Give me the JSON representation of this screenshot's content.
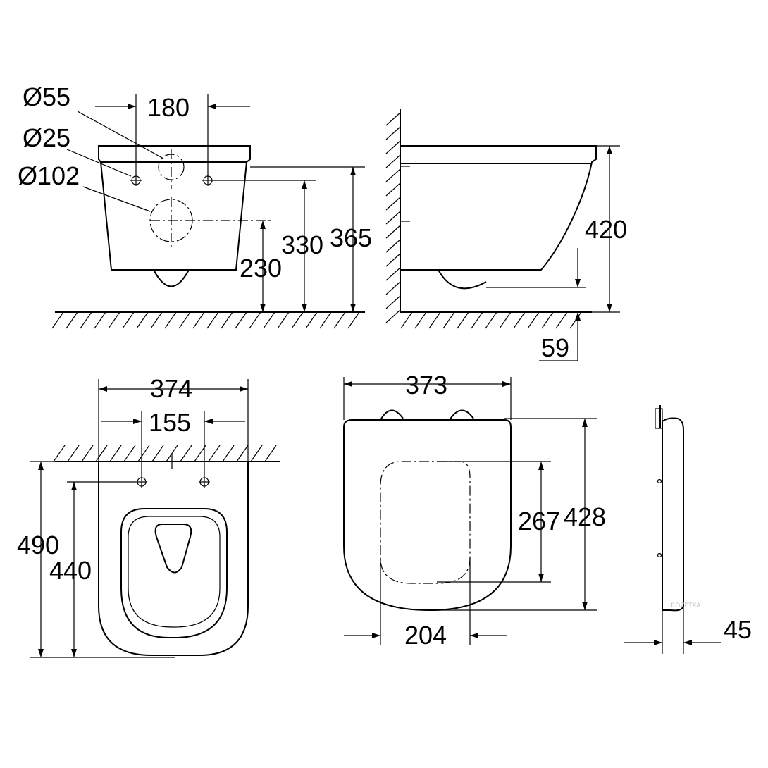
{
  "front_view": {
    "d_waste_label": "Ø55",
    "d_bolt_label": "Ø25",
    "d_outlet_label": "Ø102",
    "bolt_spacing": "180",
    "h_outlet": "230",
    "h_bolt": "330",
    "h_total": "365"
  },
  "side_view": {
    "height": "420",
    "outlet_height": "59"
  },
  "top_view": {
    "width": "374",
    "bolt_spacing": "155",
    "length_total": "490",
    "length_bolt": "440"
  },
  "seat_view": {
    "width": "373",
    "inner_length": "267",
    "length": "428",
    "inner_width": "204",
    "thickness": "45"
  },
  "watermark": "ROZETKA",
  "colors": {
    "line": "#000000",
    "background": "#ffffff"
  }
}
